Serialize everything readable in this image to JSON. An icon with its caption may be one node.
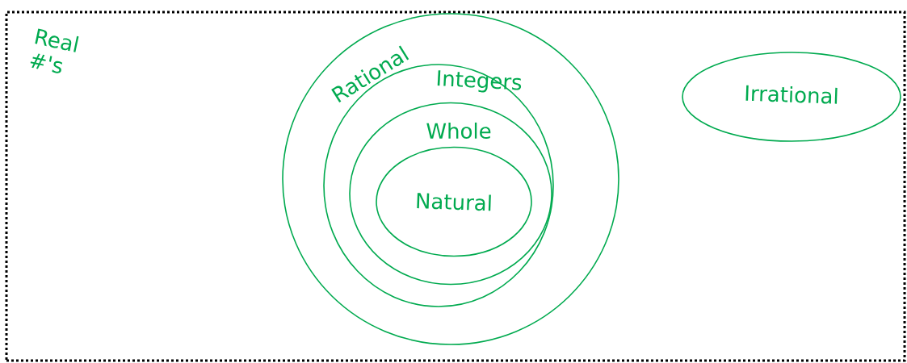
{
  "diagram": {
    "nodes": [
      {
        "text": [
          "Real #'s"
        ]
      },
      {
        "text": [
          "Rational"
        ],
        "in": 0
      },
      {
        "text": [
          "Integers"
        ],
        "in": 1
      },
      {
        "text": [
          "Whole"
        ],
        "in": 2
      },
      {
        "text": [
          "Natural"
        ],
        "in": 3
      },
      {
        "text": [
          "Irrational"
        ],
        "in": 0
      }
    ]
  }
}
